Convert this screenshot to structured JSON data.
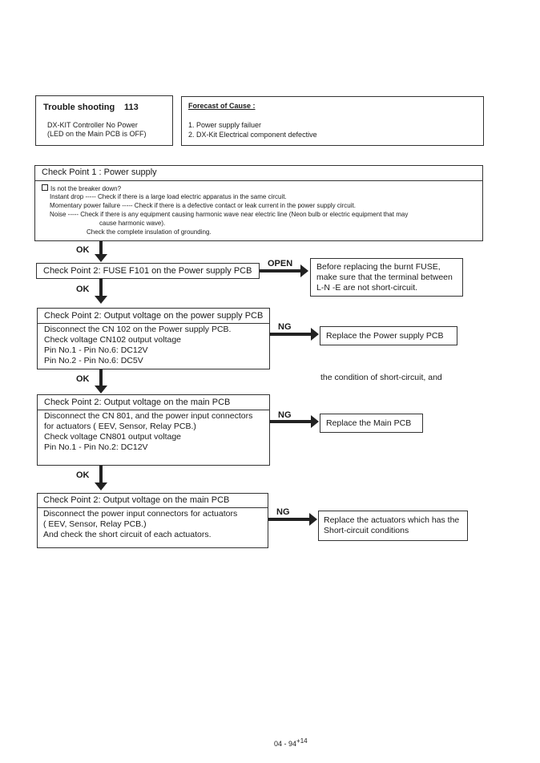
{
  "trouble": {
    "title": "Trouble shooting",
    "number": "113",
    "line1": "DX-KIT Controller No Power",
    "line2": "(LED on the Main PCB is OFF)"
  },
  "forecast": {
    "title": "Forecast of  Cause :",
    "cause1": "1. Power supply failuer",
    "cause2": "2. DX-Kit Electrical component defective"
  },
  "cp1": {
    "title": "Check Point 1 : Power supply",
    "question": "Is not the breaker down?",
    "line1": "Instant drop  -----  Check if there is a large load electric apparatus in the same circuit.",
    "line2": "Momentary power failure ----- Check if there is a defective contact or leak current in the power supply circuit.",
    "line3": "Noise ----- Check if there is any equipment causing harmonic wave near electric line (Neon bulb or electric equipment that may",
    "line4": "cause harmonic wave).",
    "line5": "Check the complete insulation of grounding."
  },
  "cp2": {
    "title": "Check Point 2: FUSE F101 on the Power supply PCB",
    "branch_label": "OPEN",
    "result1": "Before replacing the burnt FUSE,",
    "result2": "make sure that the terminal between",
    "result3": "L-N -E are not short-circuit."
  },
  "cp3": {
    "title": "Check Point 2: Output voltage on the power supply PCB",
    "line1": "Disconnect the CN 102 on the Power supply PCB.",
    "line2": "Check voltage CN102 output voltage",
    "line3": " Pin No.1 - Pin No.6: DC12V",
    "line4": " Pin No.2 - Pin No.6: DC5V",
    "branch_label": "NG",
    "result": "Replace the Power supply PCB"
  },
  "floating_note": "the condition of short-circuit, and",
  "cp4": {
    "title": "Check Point 2: Output voltage on the main PCB",
    "line1": "Disconnect the CN 801, and the power input connectors",
    "line2": "for actuators ( EEV, Sensor, Relay PCB.)",
    "line3": "Check voltage CN801 output voltage",
    "line4": " Pin No.1 - Pin No.2: DC12V",
    "branch_label": "NG",
    "result": "Replace the Main PCB"
  },
  "cp5": {
    "title": "Check Point 2: Output voltage on the main PCB",
    "line1": "Disconnect the power input connectors for actuators",
    "line2": "( EEV, Sensor, Relay PCB.)",
    "line3": "And check the short circuit of each actuators.",
    "branch_label": "NG",
    "result1": "Replace the actuators which has the",
    "result2": "Short-circuit conditions"
  },
  "ok_label": "OK",
  "footer": {
    "page": "04 - 94",
    "sup": "+14"
  }
}
